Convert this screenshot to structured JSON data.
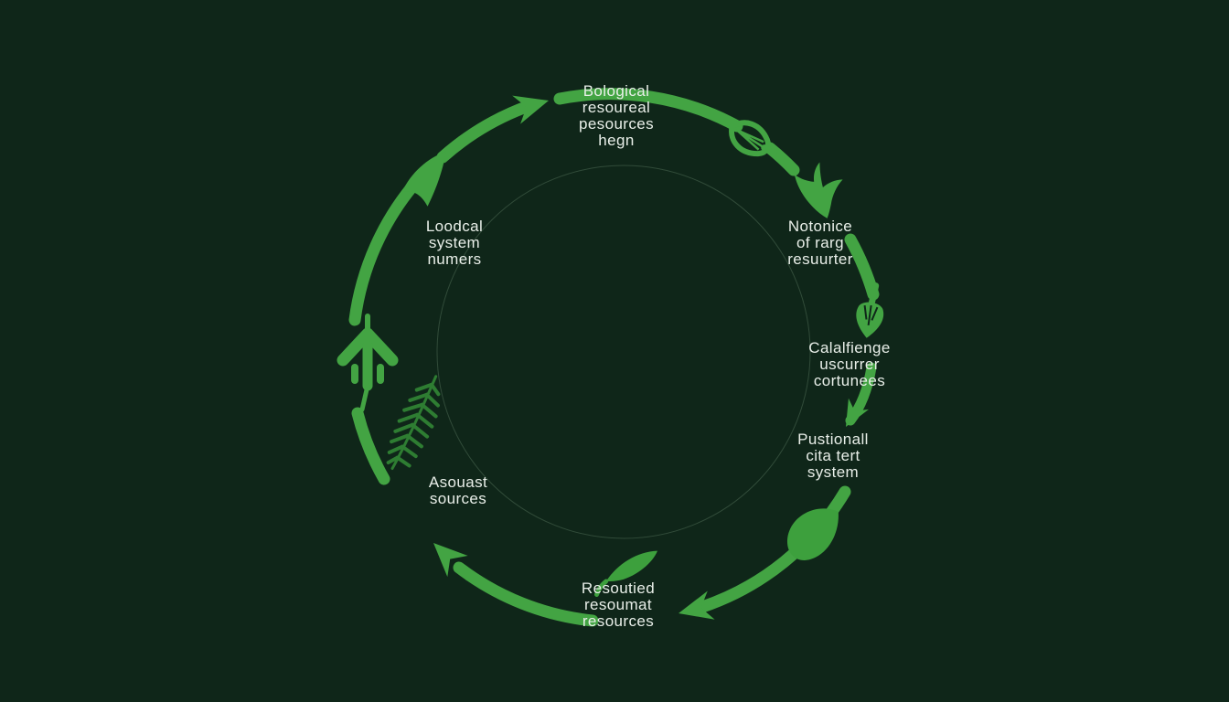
{
  "figure": {
    "kind": "circular-cycle-diagram",
    "direction": "clockwise",
    "background_color": "#0f2619",
    "arrow_color": "#43a443",
    "fern_color": "#2e7d32",
    "hairline_color": "#5a7a62",
    "text_color": "#e9efe9"
  },
  "diagram": {
    "labels": {
      "top": {
        "lines": [
          "Bological",
          "resoureal",
          "pesources",
          "hegn"
        ]
      },
      "right_upper": {
        "lines": [
          "Notonice",
          "of rarg",
          "resuurter"
        ]
      },
      "right": {
        "lines": [
          "Calalfienge",
          "uscurrer",
          "cortunees"
        ]
      },
      "right_lower": {
        "lines": [
          "Pustionall",
          "cita tert",
          "system"
        ]
      },
      "bottom": {
        "lines": [
          "Resoutied",
          "resoumat",
          "resources"
        ]
      },
      "left_lower": {
        "lines": [
          "Asouast",
          "sources"
        ]
      },
      "left_upper": {
        "lines": [
          "Loodcal",
          "system",
          "numers"
        ]
      }
    },
    "icons": [
      "leaf-arrowhead-icon",
      "arrowhead-right-icon",
      "sprout-loop-icon",
      "claw-arrowhead-icon",
      "bud-leaf-icon",
      "curved-arrow-icon",
      "solid-leaf-icon",
      "arrowhead-left-icon",
      "sprig-leaf-icon",
      "arrowhead-upleft-icon",
      "tree-up-arrow-icon",
      "fern-leaf-icon"
    ]
  }
}
